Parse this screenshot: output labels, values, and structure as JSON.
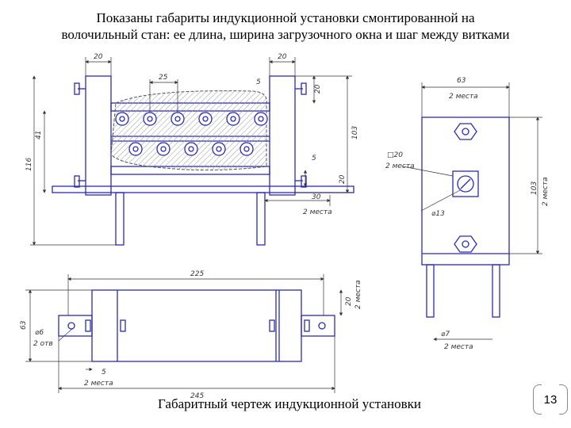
{
  "slide": {
    "title_line1": "Показаны габариты индукционной установки смонтированной на",
    "title_line2": "волочильный стан: ее длина, ширина загрузочного окна и шаг между витками",
    "caption": "Габаритный чертеж индукционной установки",
    "page_number": "13"
  },
  "dims": {
    "front": {
      "d20_left": "20",
      "d20_right": "20",
      "d25": "25",
      "d5_top": "5",
      "d20_side": "20",
      "d41": "41",
      "d103": "103",
      "d116": "116",
      "d5_low": "5",
      "d20_low": "20",
      "d30": "30",
      "two_places": "2 места"
    },
    "side": {
      "d63": "63",
      "two_places_top": "2 места",
      "sq20": "□20",
      "two_places_sq": "2 места",
      "d103": "103",
      "two_places_right": "2 места",
      "phi13": "⌀13",
      "phi7": "⌀7",
      "two_places_bottom": "2 места"
    },
    "plan": {
      "d225": "225",
      "d20": "20",
      "two_places_right": "2 места",
      "d63": "63",
      "phi6": "⌀6",
      "two_holes": "2 отв",
      "d5": "5",
      "two_places_bottom": "2 места",
      "d245": "245"
    }
  },
  "colors": {
    "outline": "#2b2bb5",
    "dimension": "#333333",
    "hatch": "#9a9a9a"
  }
}
